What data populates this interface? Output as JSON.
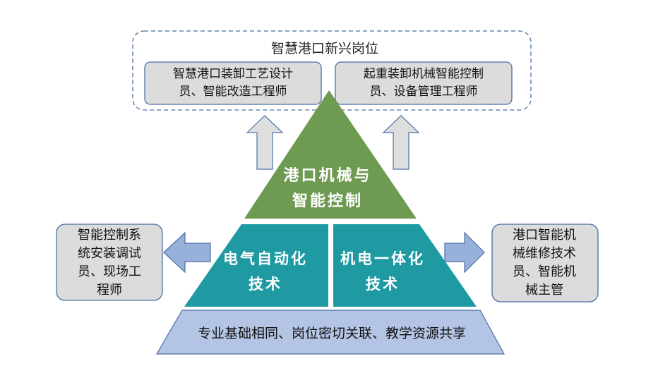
{
  "top_group": {
    "title": "智慧港口新兴岗位",
    "left_box": {
      "line1": "智慧港口装卸工艺设计",
      "line2": "员、智能改造工程师"
    },
    "right_box": {
      "line1": "起重装卸机械智能控制",
      "line2": "员、设备管理工程师"
    }
  },
  "pyramid": {
    "apex": {
      "line1": "港口机械与",
      "line2": "智能控制"
    },
    "middle_left": {
      "line1": "电气自动化",
      "line2": "技术"
    },
    "middle_right": {
      "line1": "机电一体化",
      "line2": "技术"
    },
    "base": "专业基础相同、岗位密切关联、教学资源共享"
  },
  "side_boxes": {
    "left": {
      "line1": "智能控制系",
      "line2": "统安装调试",
      "line3": "员、现场工",
      "line4": "程师"
    },
    "right": {
      "line1": "港口智能机",
      "line2": "械维修技术",
      "line3": "员、智能机",
      "line4": "械主管"
    }
  },
  "colors": {
    "apex_green": "#6e9a52",
    "middle_teal": "#1f9aa3",
    "base_fill": "#b4c4e4",
    "box_gray": "#dcdcdc",
    "arrow_gray": "#dedede",
    "arrow_blue": "#98b1da"
  }
}
